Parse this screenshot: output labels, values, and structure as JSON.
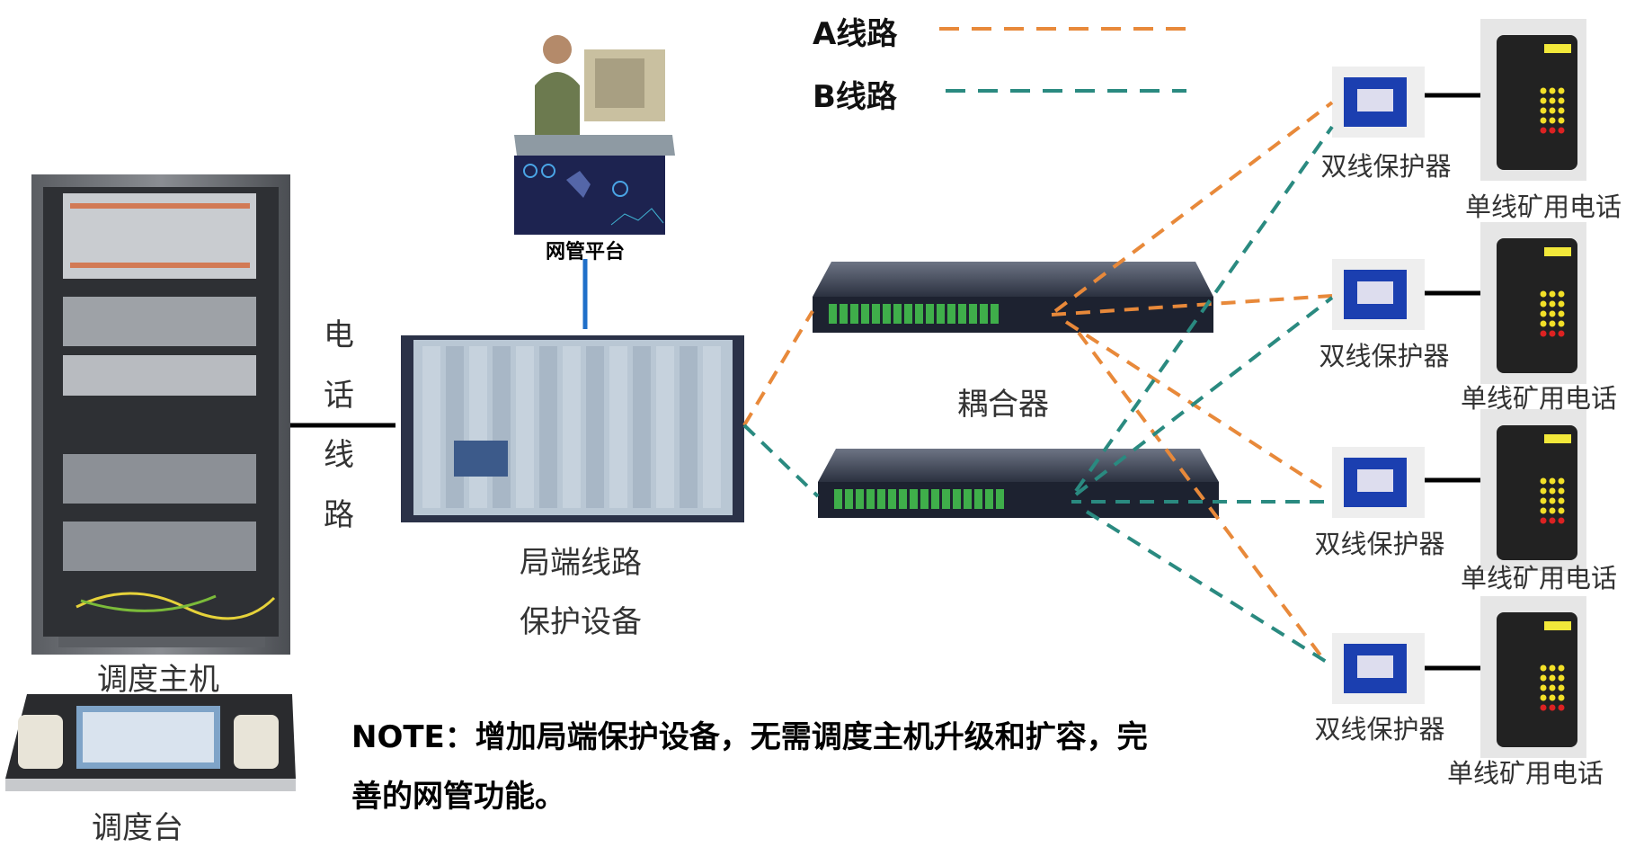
{
  "legend": {
    "a_line": {
      "label": "A线路",
      "color": "#E8893A"
    },
    "b_line": {
      "label": "B线路",
      "color": "#2A8A80"
    }
  },
  "nodes": {
    "dispatch_host": "调度主机",
    "dispatch_console": "调度台",
    "phone_line": [
      "电",
      "话",
      "线",
      "路"
    ],
    "nms_platform": "网管平台",
    "protection_device": [
      "局端线路",
      "保护设备"
    ],
    "coupler": "耦合器",
    "protectors": [
      "双线保护器",
      "双线保护器",
      "双线保护器",
      "双线保护器"
    ],
    "phones": [
      "单线矿用电话",
      "单线矿用电话",
      "单线矿用电话",
      "单线矿用电话"
    ]
  },
  "note": {
    "line1": "NOTE：增加局端保护设备，无需调度主机升级和扩容，完",
    "line2": "善的网管功能。"
  }
}
